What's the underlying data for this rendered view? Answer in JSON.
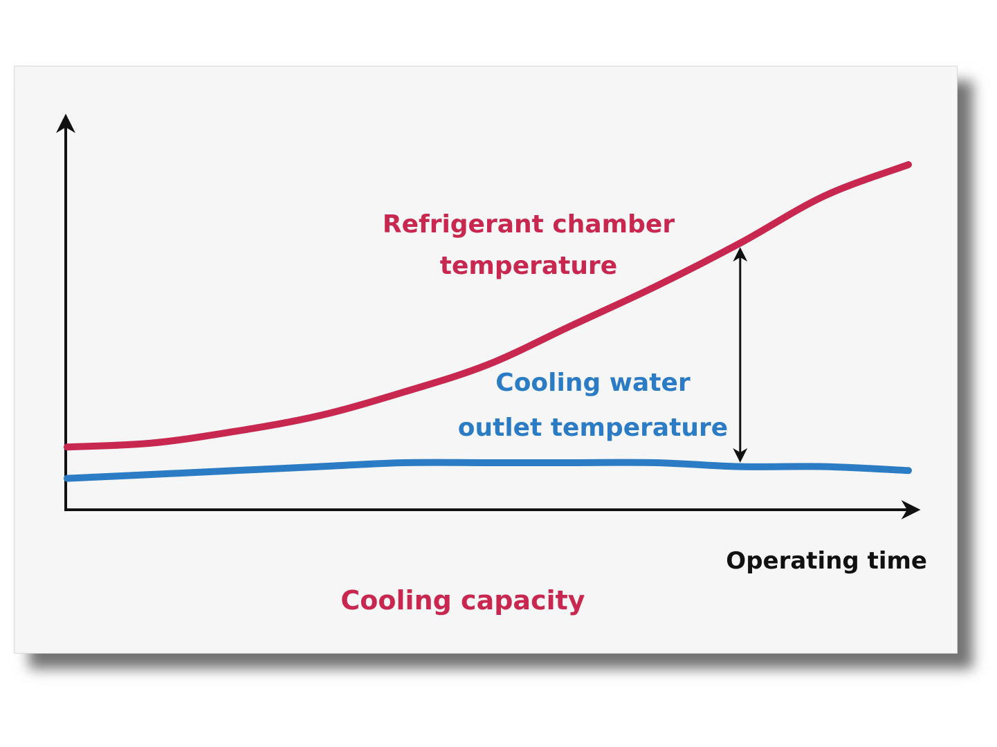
{
  "chart_data": {
    "type": "line",
    "title": "",
    "xlabel": "Operating time",
    "ylabel": "",
    "caption": "Cooling capacity",
    "axis_ticks": "none",
    "grid": false,
    "series": [
      {
        "name": "Refrigerant chamber temperature",
        "color": "#c8284f",
        "x": [
          0,
          0.1,
          0.2,
          0.3,
          0.4,
          0.5,
          0.6,
          0.7,
          0.8,
          0.9,
          1.0
        ],
        "y": [
          0.16,
          0.17,
          0.2,
          0.24,
          0.3,
          0.37,
          0.47,
          0.57,
          0.68,
          0.8,
          0.88
        ]
      },
      {
        "name": "Cooling water outlet temperature",
        "color": "#2b7cc4",
        "x": [
          0,
          0.1,
          0.2,
          0.3,
          0.4,
          0.5,
          0.6,
          0.7,
          0.8,
          0.9,
          1.0
        ],
        "y": [
          0.08,
          0.09,
          0.1,
          0.11,
          0.12,
          0.12,
          0.12,
          0.12,
          0.11,
          0.11,
          0.1
        ]
      }
    ],
    "annotation": "double-headed arrow showing the gap between the two curves, labelled Cooling capacity",
    "axis_color": "#111111"
  }
}
